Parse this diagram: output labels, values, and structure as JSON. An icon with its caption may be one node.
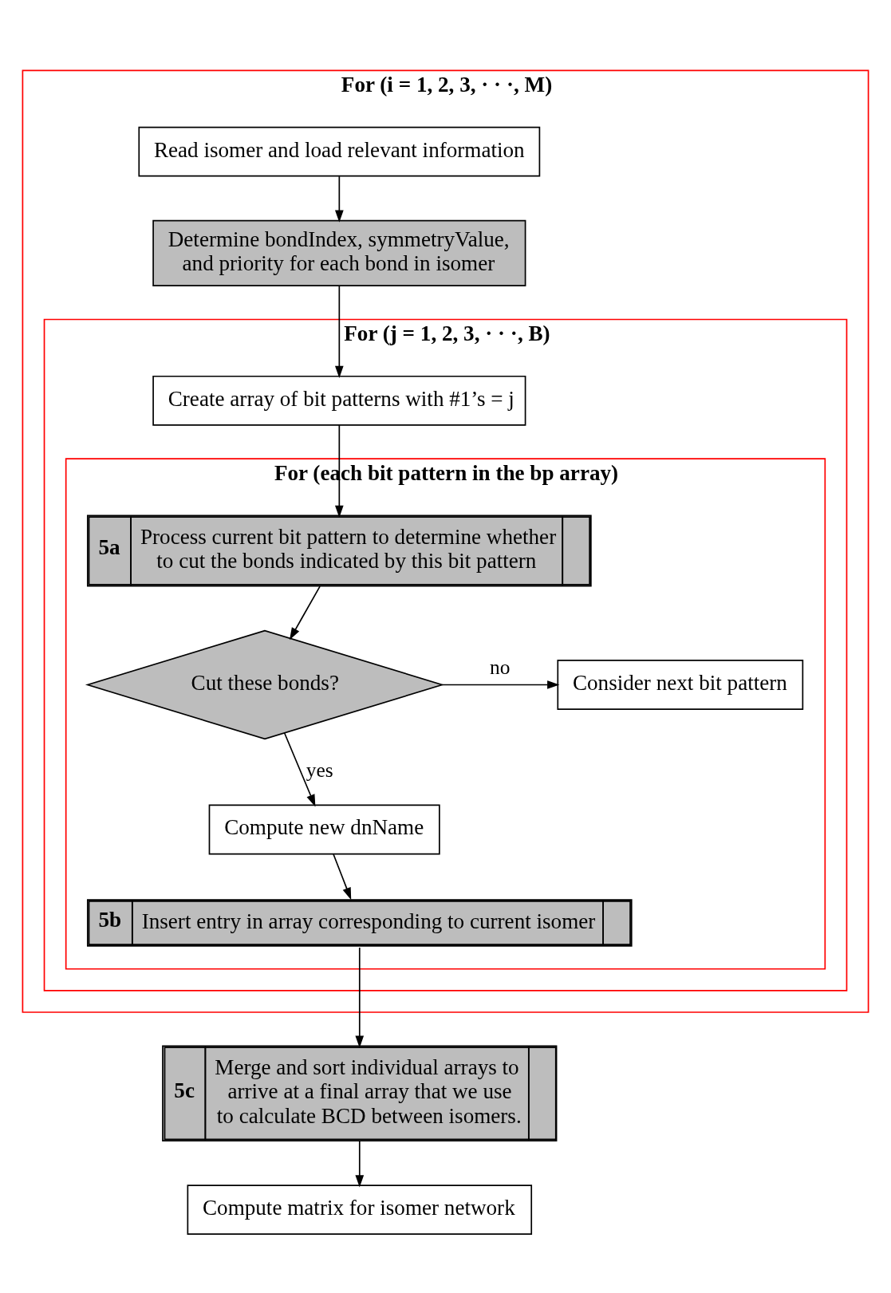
{
  "diagram": {
    "nodes": [
      {
        "text": [
          "For (i = 1, 2, 3, · · ·, M)"
        ]
      },
      {
        "text": [
          "Read isomer and load relevant information"
        ],
        "in": 0
      },
      {
        "text": [
          "Determine bondIndex, symmetryValue, and priority for each bond in isomer"
        ],
        "in": 0
      },
      {
        "text": [
          "For (j = 1, 2, 3, · · ·, B)"
        ],
        "in": 0
      },
      {
        "text": [
          "Create array of bit patterns with #1’s = j"
        ],
        "in": 3
      },
      {
        "text": [
          "For (each bit pattern in the bp array)"
        ],
        "in": 3
      },
      {
        "text": [
          "5a",
          "Process current bit pattern to determine whether to cut the bonds indicated by this bit pattern"
        ],
        "in": 5
      },
      {
        "text": [
          "Cut these bonds?"
        ],
        "in": 5
      },
      {
        "text": [
          "Consider next bit pattern"
        ],
        "in": 5
      },
      {
        "text": [
          "Compute new dnName"
        ],
        "in": 5
      },
      {
        "text": [
          "5b",
          "Insert entry in array corresponding to current isomer"
        ],
        "in": 5
      },
      {
        "text": [
          "5c",
          "Merge and sort individual arrays to arrive at a final array that we use to calculate BCD between isomers."
        ]
      },
      {
        "text": [
          "Compute matrix for isomer network"
        ]
      }
    ],
    "edges": [
      {
        "from": 1,
        "to": 2,
        "arrow": "to"
      },
      {
        "from": 2,
        "to": 4,
        "arrow": "to"
      },
      {
        "from": 4,
        "to": 6,
        "arrow": "to"
      },
      {
        "from": 6,
        "to": 7,
        "arrow": "to"
      },
      {
        "from": 7,
        "to": 8,
        "arrow": "to",
        "label": "no"
      },
      {
        "from": 7,
        "to": 9,
        "arrow": "to",
        "label": "yes"
      },
      {
        "from": 9,
        "to": 10,
        "arrow": "to"
      },
      {
        "from": 10,
        "to": 11,
        "arrow": "to"
      },
      {
        "from": 11,
        "to": 12,
        "arrow": "to"
      }
    ]
  }
}
